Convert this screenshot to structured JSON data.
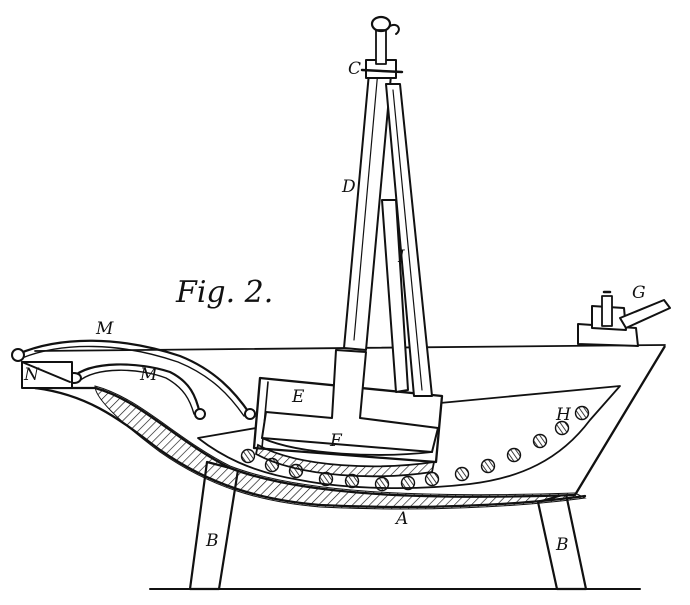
{
  "figure_caption": "Fig. 2.",
  "part_labels": {
    "a": "A",
    "b_left": "B",
    "b_right": "B",
    "c": "C",
    "d": "D",
    "e": "E",
    "f": "F",
    "g": "G",
    "h": "H",
    "i": "I",
    "m_top": "M",
    "m_lower": "M",
    "n": "N"
  }
}
